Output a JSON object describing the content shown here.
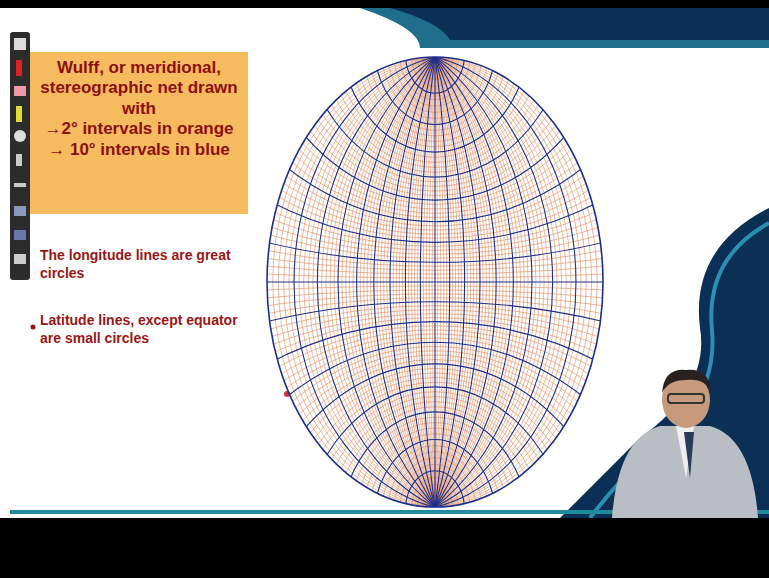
{
  "diagram": {
    "nodes": [
      {
        "text": [
          "Wulff, or meridional, stereographic net drawn with",
          "→2° intervals in orange",
          "→ 10° intervals in blue"
        ]
      }
    ],
    "labels": [
      "The longitude lines are great circles",
      "Latitude lines, except equator are small circles"
    ]
  }
}
